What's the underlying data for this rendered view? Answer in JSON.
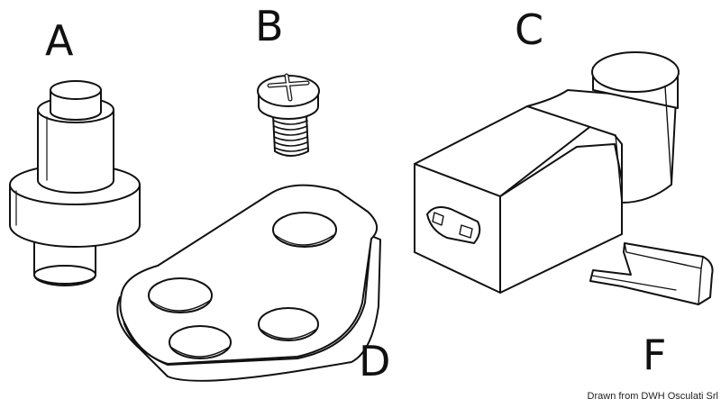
{
  "labels": {
    "a": "A",
    "b": "B",
    "c": "C",
    "d": "D",
    "f": "F"
  },
  "credit": "Drawn from DWH Osculati Srl",
  "colors": {
    "line": "#111111",
    "fill": "#ffffff"
  }
}
